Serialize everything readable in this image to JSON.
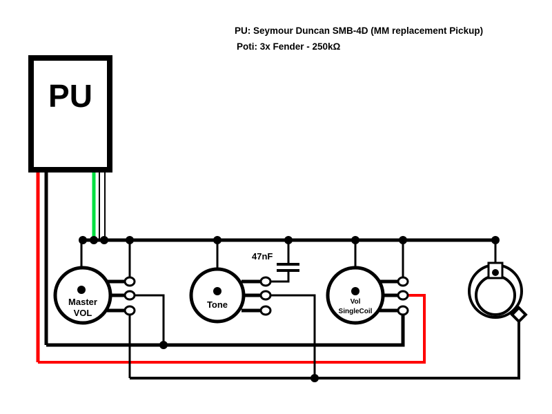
{
  "header": {
    "pickup_line": "PU: Seymour Duncan SMB-4D (MM replacement Pickup)",
    "poti_line": "Poti: 3x Fender - 250kΩ"
  },
  "pickup": {
    "label": "PU"
  },
  "components": {
    "master_vol": {
      "line1": "Master",
      "line2": "VOL"
    },
    "tone": {
      "line1": "Tone"
    },
    "vol_singlecoil": {
      "line1": "Vol",
      "line2": "SingleCoil"
    },
    "capacitor": {
      "label": "47nF"
    }
  },
  "wire_colors": {
    "black": "#000000",
    "red": "#ff0000",
    "green": "#00e040"
  }
}
